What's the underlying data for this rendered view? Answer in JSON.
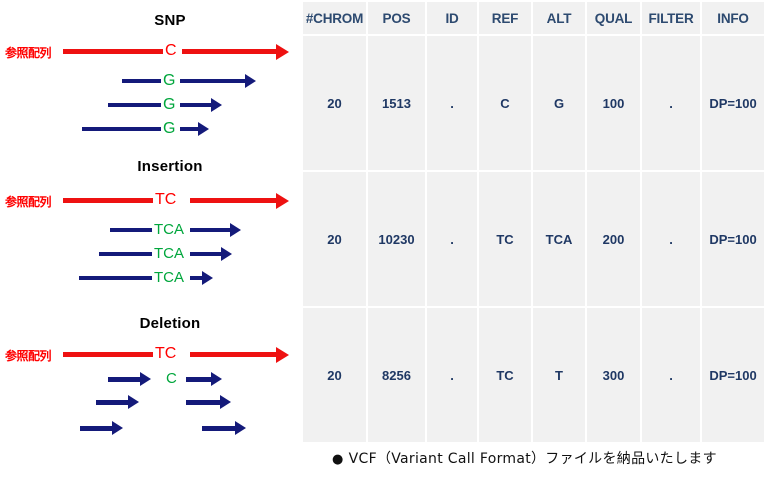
{
  "diagram": {
    "reference_label": "参照配列",
    "panels": [
      {
        "title": "SNP",
        "ref_base": "C",
        "reads": [
          {
            "base": "G"
          },
          {
            "base": "G"
          },
          {
            "base": "G"
          }
        ]
      },
      {
        "title": "Insertion",
        "ref_base": "TC",
        "reads": [
          {
            "base": "TCA"
          },
          {
            "base": "TCA"
          },
          {
            "base": "TCA"
          }
        ]
      },
      {
        "title": "Deletion",
        "ref_base": "TC",
        "reads": [
          {
            "base": "C"
          },
          {
            "base": ""
          },
          {
            "base": ""
          }
        ]
      }
    ]
  },
  "vcf_table": {
    "headers": [
      "#CHROM",
      "POS",
      "ID",
      "REF",
      "ALT",
      "QUAL",
      "FILTER",
      "INFO"
    ],
    "rows": [
      {
        "chrom": "20",
        "pos": "1513",
        "id": ".",
        "ref": "C",
        "alt": "G",
        "qual": "100",
        "filter": ".",
        "info": "DP=100"
      },
      {
        "chrom": "20",
        "pos": "10230",
        "id": ".",
        "ref": "TC",
        "alt": "TCA",
        "qual": "200",
        "filter": ".",
        "info": "DP=100"
      },
      {
        "chrom": "20",
        "pos": "8256",
        "id": ".",
        "ref": "TC",
        "alt": "T",
        "qual": "300",
        "filter": ".",
        "info": "DP=100"
      }
    ]
  },
  "caption": {
    "bullet": "●",
    "text": "VCF（Variant Call Format）ファイルを納品いたします"
  },
  "colors": {
    "reference_red": "#ee1111",
    "read_navy": "#141a7a",
    "alt_green": "#00a63c",
    "table_cell_bg": "#f1f1f1",
    "table_text": "#1f3864"
  }
}
